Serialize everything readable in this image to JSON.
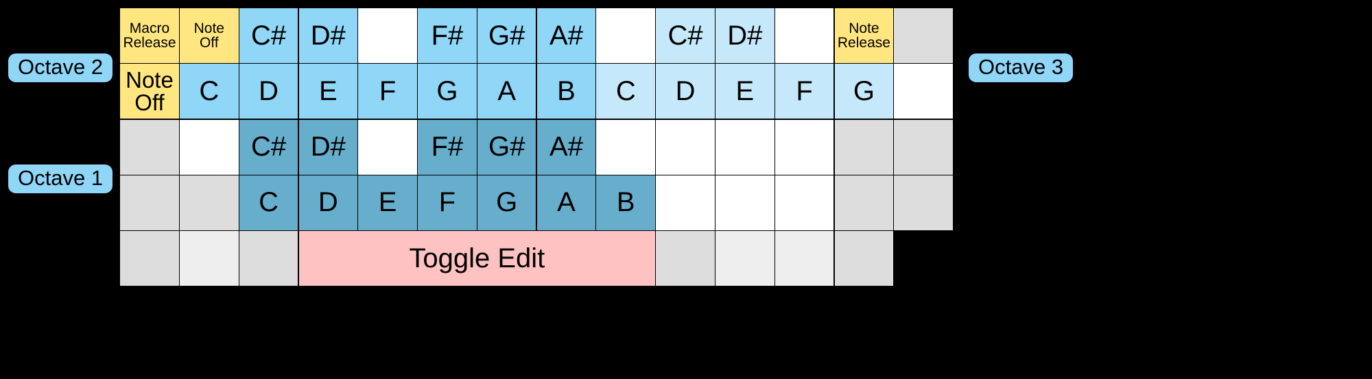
{
  "background_color": "#000000",
  "palette": {
    "yellow": "#ffe680",
    "blue": "#8fd6f7",
    "blue_pale": "#c5e9fa",
    "blue_mid": "#67aecd",
    "pink": "#ffc2c2",
    "gray": "#dddddd",
    "gray_light": "#eeeeee",
    "white": "#ffffff",
    "border": "#000000"
  },
  "octave_labels": {
    "left_top": "Octave 2",
    "left_bottom": "Octave 1",
    "right_top": "Octave 3"
  },
  "grid": {
    "columns": 14,
    "rows": 5,
    "cells": [
      [
        {
          "label": "Macro\nRelease",
          "color": "yellow",
          "size": "sm"
        },
        {
          "label": "Note\nOff",
          "color": "yellow",
          "size": "sm"
        },
        {
          "label": "C#",
          "color": "blue",
          "size": "lg"
        },
        {
          "label": "D#",
          "color": "blue",
          "size": "lg"
        },
        {
          "label": "",
          "color": "white",
          "size": "none"
        },
        {
          "label": "F#",
          "color": "blue",
          "size": "lg"
        },
        {
          "label": "G#",
          "color": "blue",
          "size": "lg"
        },
        {
          "label": "A#",
          "color": "blue",
          "size": "lg"
        },
        {
          "label": "",
          "color": "white",
          "size": "none"
        },
        {
          "label": "C#",
          "color": "bluepale",
          "size": "lg"
        },
        {
          "label": "D#",
          "color": "bluepale",
          "size": "lg"
        },
        {
          "label": "",
          "color": "white",
          "size": "none"
        },
        {
          "label": "Note\nRelease",
          "color": "yellow",
          "size": "sm"
        },
        {
          "label": "",
          "color": "gray",
          "size": "none"
        }
      ],
      [
        {
          "label": "Note\nOff",
          "color": "yellow",
          "size": "md"
        },
        {
          "label": "C",
          "color": "blue",
          "size": "lg"
        },
        {
          "label": "D",
          "color": "blue",
          "size": "lg"
        },
        {
          "label": "E",
          "color": "blue",
          "size": "lg"
        },
        {
          "label": "F",
          "color": "blue",
          "size": "lg"
        },
        {
          "label": "G",
          "color": "blue",
          "size": "lg"
        },
        {
          "label": "A",
          "color": "blue",
          "size": "lg"
        },
        {
          "label": "B",
          "color": "blue",
          "size": "lg"
        },
        {
          "label": "C",
          "color": "bluepale",
          "size": "lg"
        },
        {
          "label": "D",
          "color": "bluepale",
          "size": "lg"
        },
        {
          "label": "E",
          "color": "bluepale",
          "size": "lg"
        },
        {
          "label": "F",
          "color": "bluepale",
          "size": "lg"
        },
        {
          "label": "G",
          "color": "bluepale",
          "size": "lg"
        },
        {
          "label": "",
          "color": "white",
          "size": "none"
        }
      ],
      [
        {
          "label": "",
          "color": "gray",
          "size": "none"
        },
        {
          "label": "",
          "color": "white",
          "size": "none"
        },
        {
          "label": "C#",
          "color": "bluemid",
          "size": "lg"
        },
        {
          "label": "D#",
          "color": "bluemid",
          "size": "lg"
        },
        {
          "label": "",
          "color": "white",
          "size": "none"
        },
        {
          "label": "F#",
          "color": "bluemid",
          "size": "lg"
        },
        {
          "label": "G#",
          "color": "bluemid",
          "size": "lg"
        },
        {
          "label": "A#",
          "color": "bluemid",
          "size": "lg"
        },
        {
          "label": "",
          "color": "white",
          "size": "none"
        },
        {
          "label": "",
          "color": "white",
          "size": "none"
        },
        {
          "label": "",
          "color": "white",
          "size": "none"
        },
        {
          "label": "",
          "color": "white",
          "size": "none"
        },
        {
          "label": "",
          "color": "gray",
          "size": "none"
        },
        {
          "label": "",
          "color": "gray",
          "size": "none"
        }
      ],
      [
        {
          "label": "",
          "color": "gray",
          "size": "none"
        },
        {
          "label": "",
          "color": "gray",
          "size": "none"
        },
        {
          "label": "C",
          "color": "bluemid",
          "size": "lg"
        },
        {
          "label": "D",
          "color": "bluemid",
          "size": "lg"
        },
        {
          "label": "E",
          "color": "bluemid",
          "size": "lg"
        },
        {
          "label": "F",
          "color": "bluemid",
          "size": "lg"
        },
        {
          "label": "G",
          "color": "bluemid",
          "size": "lg"
        },
        {
          "label": "A",
          "color": "bluemid",
          "size": "lg"
        },
        {
          "label": "B",
          "color": "bluemid",
          "size": "lg"
        },
        {
          "label": "",
          "color": "white",
          "size": "none"
        },
        {
          "label": "",
          "color": "white",
          "size": "none"
        },
        {
          "label": "",
          "color": "white",
          "size": "none"
        },
        {
          "label": "",
          "color": "gray",
          "size": "none"
        },
        {
          "label": "",
          "color": "gray",
          "size": "none"
        }
      ],
      [
        {
          "label": "",
          "color": "gray",
          "size": "none"
        },
        {
          "label": "",
          "color": "graylt",
          "size": "none"
        },
        {
          "label": "",
          "color": "gray",
          "size": "none"
        },
        {
          "label": "Toggle Edit",
          "color": "pink",
          "size": "lg",
          "span": 6
        },
        {
          "label": "",
          "color": "gray",
          "size": "none"
        },
        {
          "label": "",
          "color": "graylt",
          "size": "none"
        },
        {
          "label": "",
          "color": "graylt",
          "size": "none"
        },
        {
          "label": "",
          "color": "gray",
          "size": "none"
        }
      ]
    ]
  }
}
